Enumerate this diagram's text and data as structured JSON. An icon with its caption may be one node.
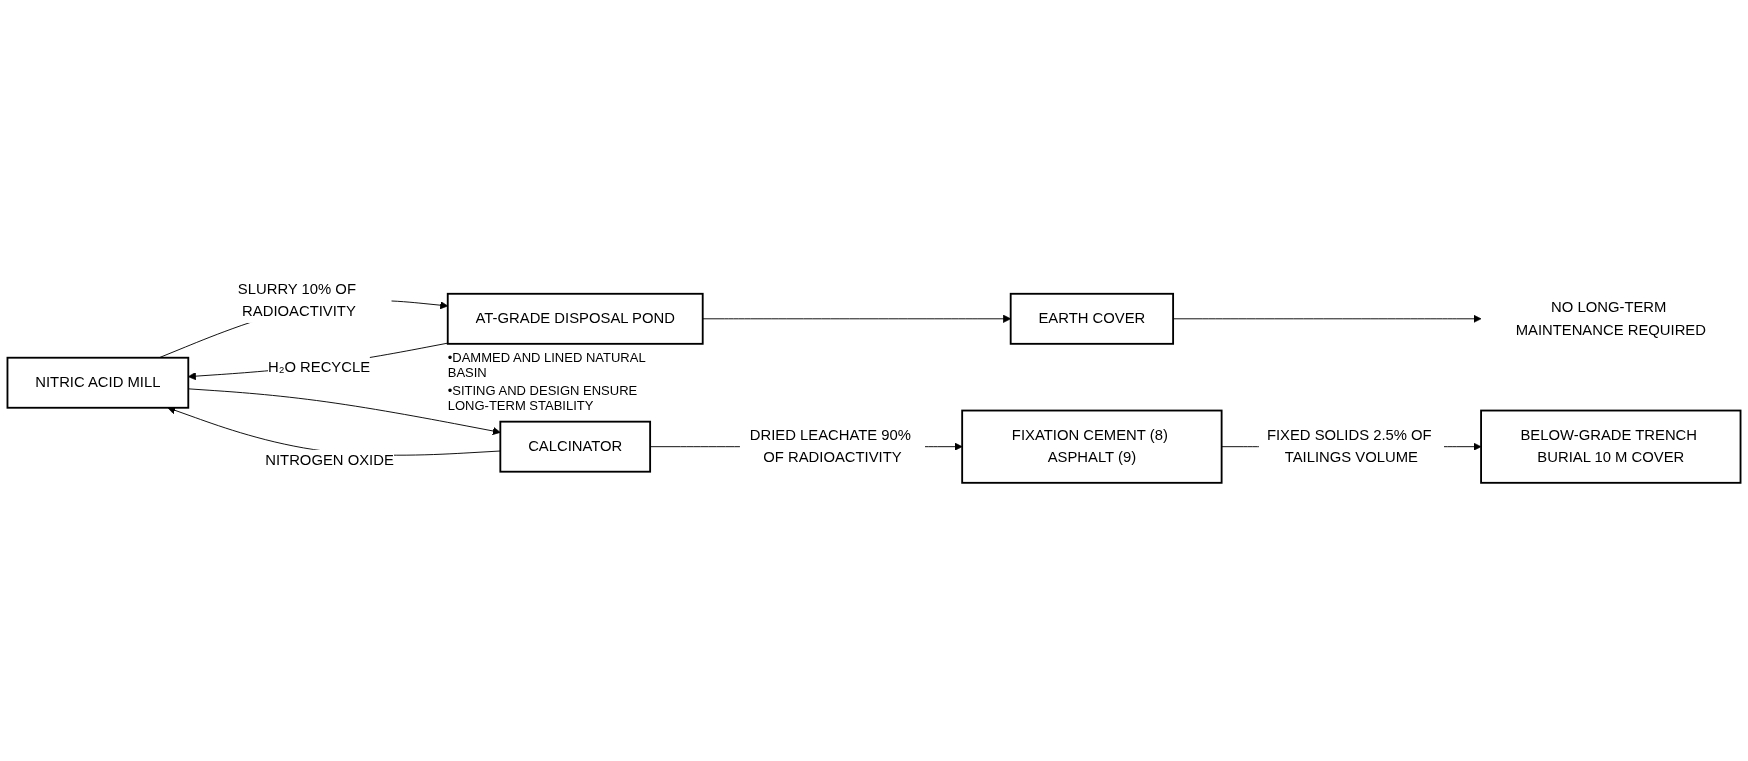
{
  "diagram": {
    "nodes": [
      {
        "text": [
          "NITRIC ACID MILL"
        ]
      },
      {
        "text": [
          "AT-GRADE DISPOSAL POND"
        ],
        "beside": [
          "•DAMMED AND LINED NATURAL BASIN",
          "•SITING AND DESIGN ENSURE LONG-TERM STABILITY"
        ]
      },
      {
        "text": [
          "EARTH COVER"
        ]
      },
      {
        "text": [
          "NO LONG-TERM MAINTENANCE REQUIRED"
        ]
      },
      {
        "text": [
          "CALCINATOR"
        ]
      },
      {
        "text": [
          "FIXATION CEMENT (8) ASPHALT (9)"
        ]
      },
      {
        "text": [
          "BELOW-GRADE TRENCH BURIAL 10 M COVER"
        ]
      }
    ],
    "edges": [
      {
        "from": 0,
        "to": 1,
        "arrow": "to",
        "label": "SLURRY 10% OF RADIOACTIVITY"
      },
      {
        "from": 1,
        "to": 0,
        "arrow": "to",
        "label": "H₂O RECYCLE"
      },
      {
        "from": 1,
        "to": 2,
        "arrow": "to"
      },
      {
        "from": 2,
        "to": 3,
        "arrow": "to"
      },
      {
        "from": 0,
        "to": 4,
        "arrow": "to"
      },
      {
        "from": 4,
        "to": 0,
        "arrow": "to",
        "label": "NITROGEN OXIDE"
      },
      {
        "from": 4,
        "to": 5,
        "arrow": "to",
        "label": "DRIED LEACHATE 90% OF RADIOACTIVITY"
      },
      {
        "from": 5,
        "to": 6,
        "arrow": "to",
        "label": "FIXED SOLIDS 2.5% OF TAILINGS VOLUME"
      }
    ]
  }
}
